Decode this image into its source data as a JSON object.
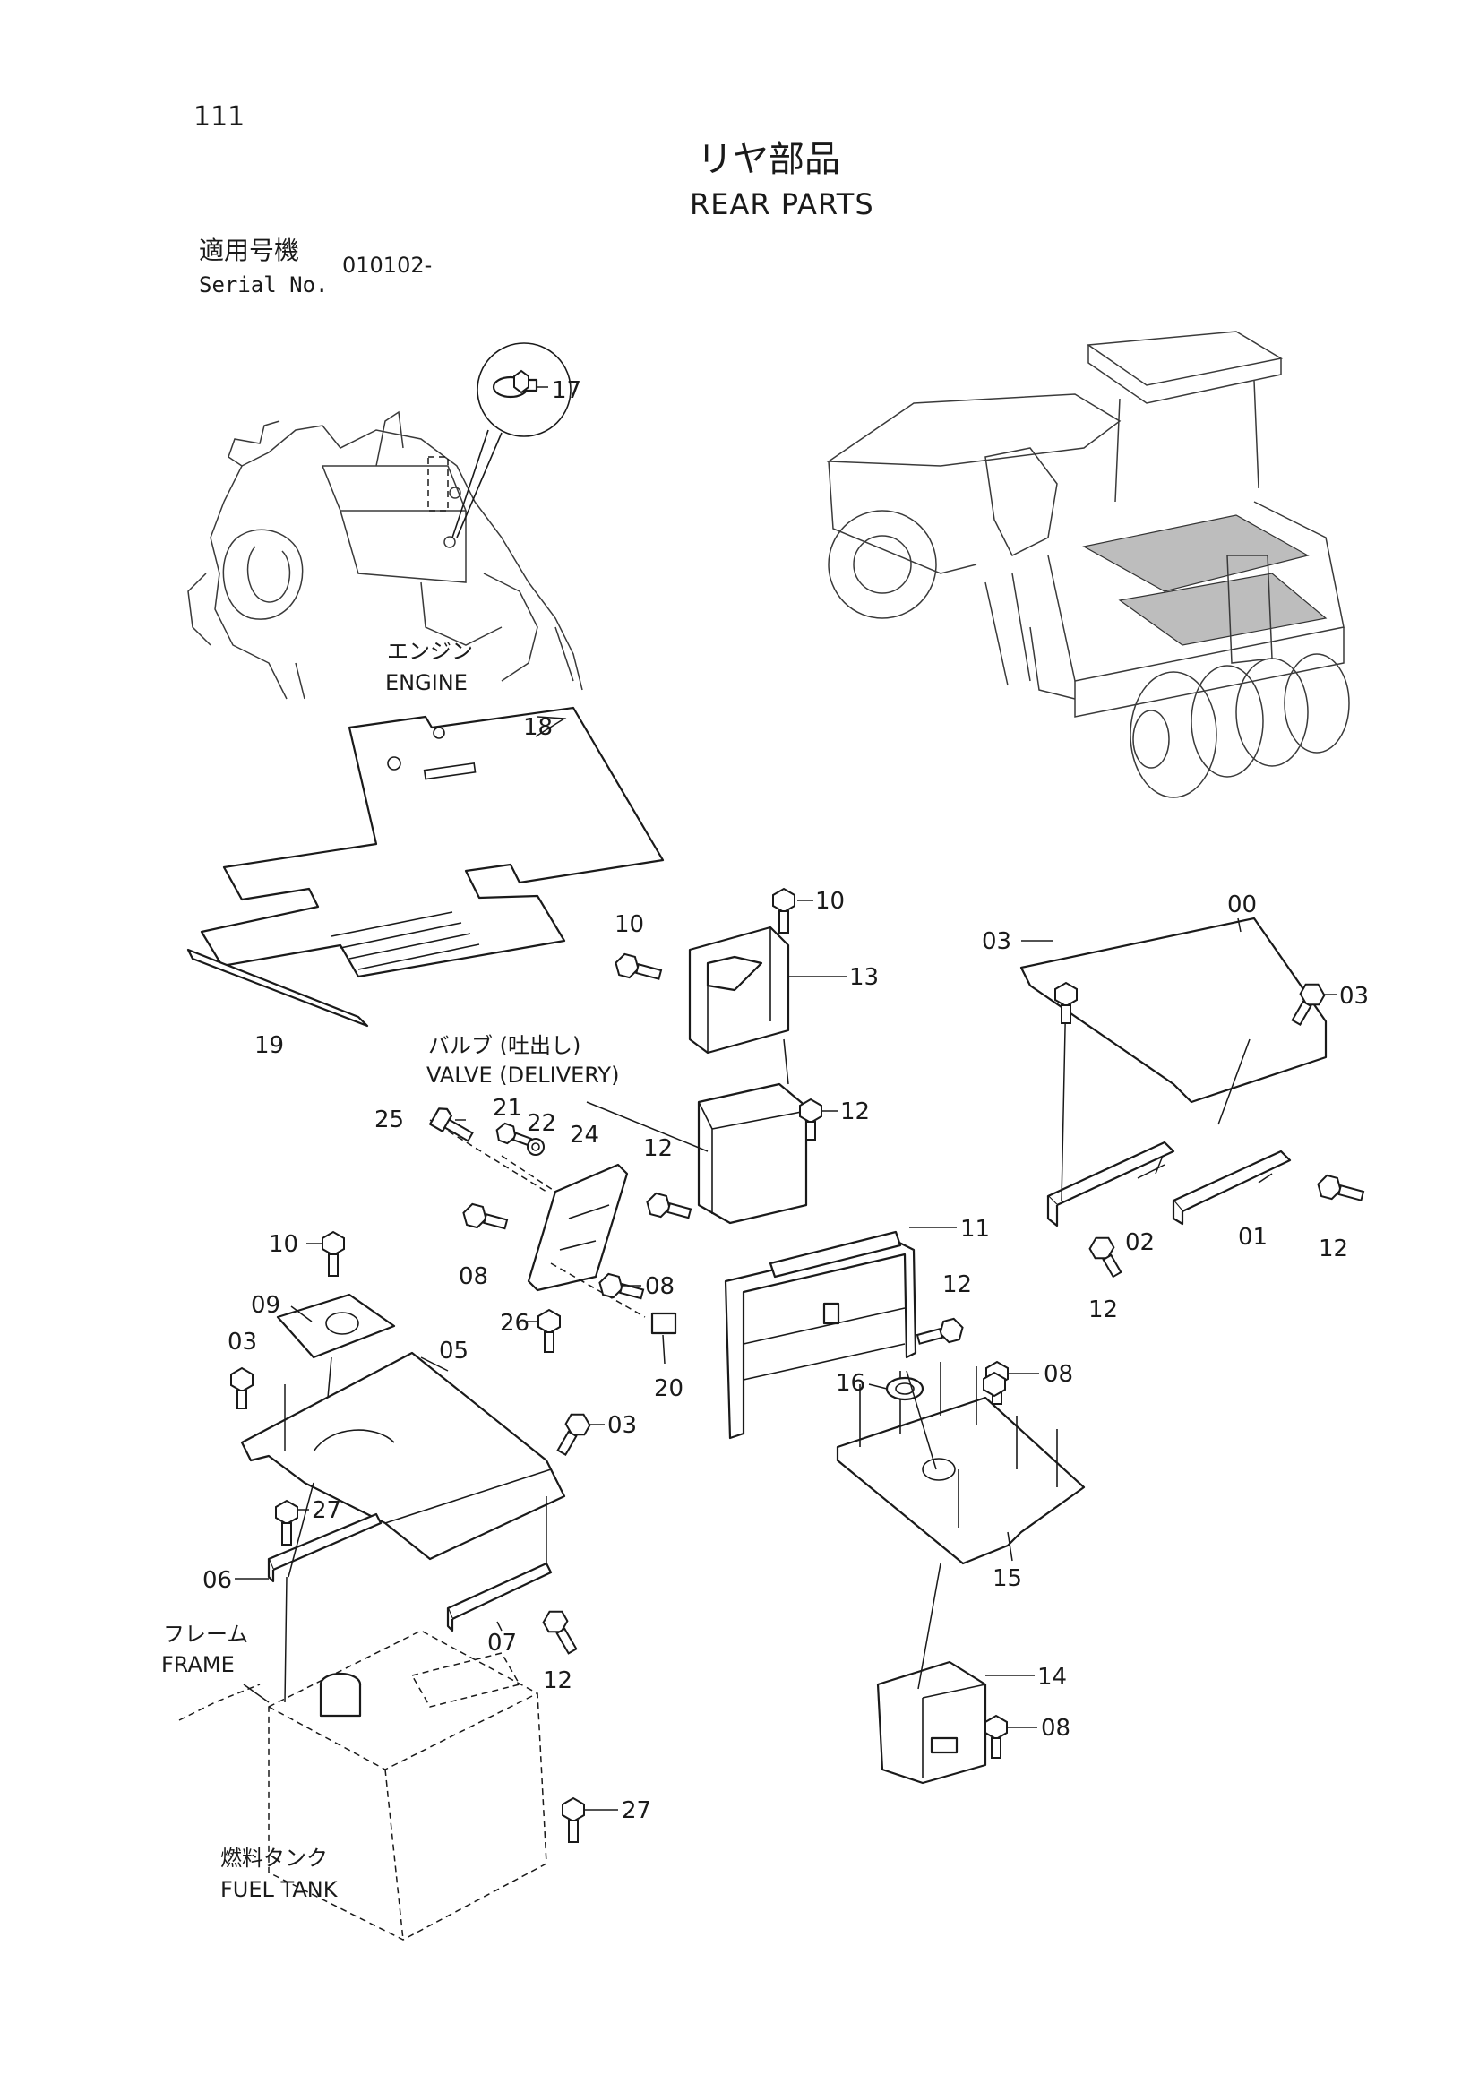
{
  "page": {
    "number": "111"
  },
  "title": {
    "japanese": "リヤ部品",
    "english": "REAR PARTS"
  },
  "serial": {
    "label_jp": "適用号機",
    "label_en": "Serial No.",
    "value": "010102-"
  },
  "labels": {
    "engine_jp": "エンジン",
    "engine_en": "ENGINE",
    "valve_jp": "バルブ (吐出し)",
    "valve_en": "VALVE (DELIVERY)",
    "frame_jp": "フレーム",
    "frame_en": "FRAME",
    "fuel_tank_jp": "燃料タンク",
    "fuel_tank_en": "FUEL TANK"
  },
  "callouts": {
    "c17": "17",
    "c18": "18",
    "c19": "19",
    "c10a": "10",
    "c10b": "10",
    "c10c": "10",
    "c13": "13",
    "c00": "00",
    "c03a": "03",
    "c03b": "03",
    "c03c": "03",
    "c03d": "03",
    "c12a": "12",
    "c12b": "12",
    "c12c": "12",
    "c12d": "12",
    "c12e": "12",
    "c12f": "12",
    "c25": "25",
    "c21": "21",
    "c22": "22",
    "c24": "24",
    "c11": "11",
    "c02": "02",
    "c01": "01",
    "c09": "09",
    "c08a": "08",
    "c08b": "08",
    "c08c": "08",
    "c08d": "08",
    "c26": "26",
    "c20": "20",
    "c05": "05",
    "c16": "16",
    "c27a": "27",
    "c27b": "27",
    "c06": "06",
    "c07": "07",
    "c15": "15",
    "c14": "14"
  }
}
